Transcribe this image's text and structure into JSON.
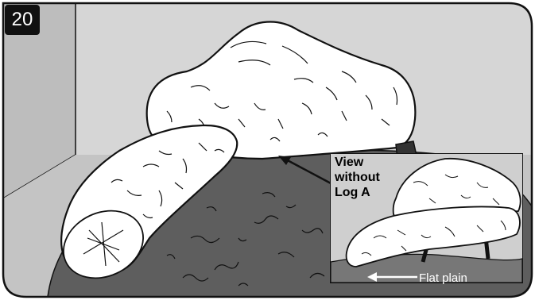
{
  "step": {
    "number": "20"
  },
  "inset": {
    "caption_lines": [
      "View",
      "without",
      "Log A"
    ],
    "arrow_label": "Flat plain"
  },
  "colors": {
    "ember_bed": "#5e5e5e",
    "wall": "#cfcfcf",
    "log_fill": "#ffffff",
    "outline": "#111111",
    "inset_background": "#d9d9d9"
  }
}
